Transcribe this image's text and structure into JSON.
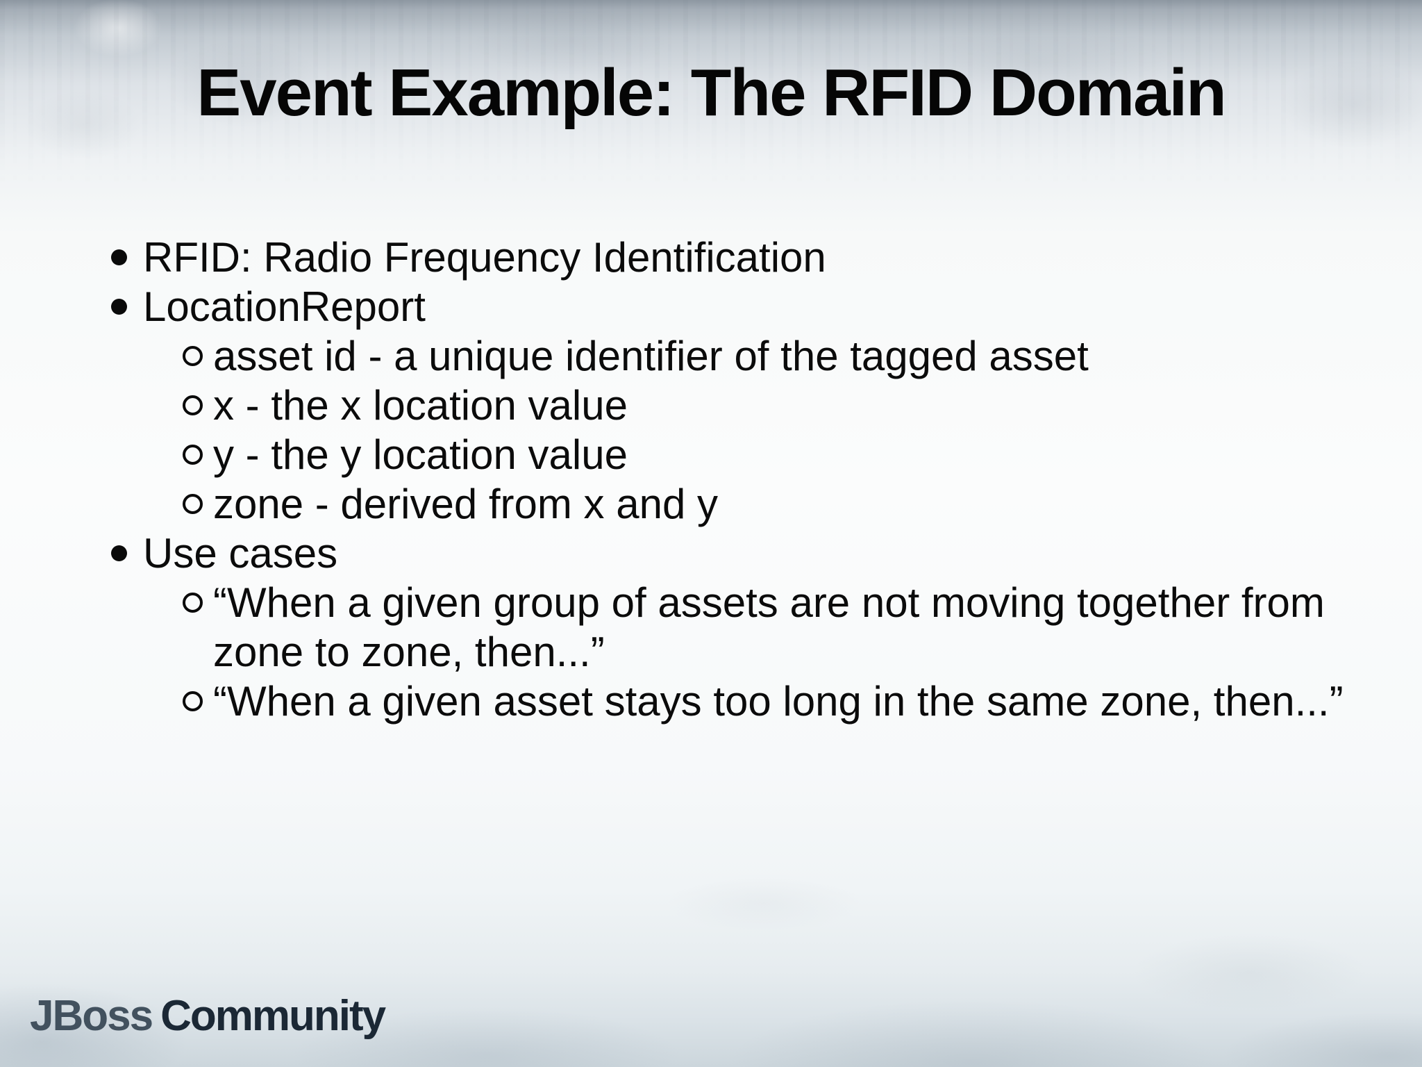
{
  "slide": {
    "title": "Event Example: The RFID Domain",
    "bullets": [
      {
        "label": "RFID: Radio Frequency Identification",
        "children": []
      },
      {
        "label": "LocationReport",
        "children": [
          "asset id - a unique identifier of the tagged asset",
          "x - the x location value",
          "y - the y location value",
          "zone - derived from x and y"
        ]
      },
      {
        "label": "Use cases",
        "children": [
          "“When a given group of assets are not moving together from zone to zone, then...”",
          "“When a given asset stays too long in the same zone, then...”"
        ]
      }
    ],
    "footer": {
      "brand_primary": "JBoss",
      "brand_secondary": "Community"
    },
    "colors": {
      "title_text": "#060606",
      "body_text": "#0b0b0b",
      "brand_primary": "#42515e",
      "brand_secondary": "#1b2835",
      "background_top": "#8d97a1",
      "background_middle": "#fbfcfc",
      "background_bottom": "#ccd6dc"
    }
  }
}
